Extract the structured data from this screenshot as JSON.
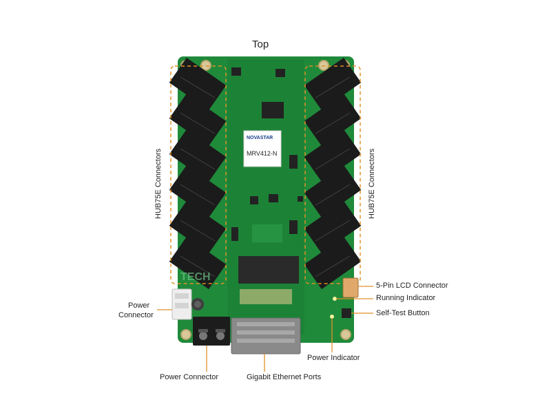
{
  "title": "Top",
  "board": {
    "logo": "NOVASTAR",
    "model": "MRV412-N",
    "watermark": "TECH",
    "colors": {
      "pcb": "#1f8a3a",
      "pcb_dark": "#156b2b",
      "connector": "#1b1b1b",
      "callout": "#e0902a",
      "dash": "#e0902a"
    }
  },
  "labels": {
    "hub_left": "HUB75E Connectors",
    "hub_right": "HUB75E Connectors",
    "power_connector_left_line1": "Power",
    "power_connector_left_line2": "Connector",
    "power_connector_bottom": "Power Connector",
    "gigabit": "Gigabit Ethernet Ports",
    "power_indicator": "Power Indicator",
    "lcd": "5-Pin LCD Connector",
    "running": "Running Indicator",
    "selftest": "Self-Test Button"
  }
}
